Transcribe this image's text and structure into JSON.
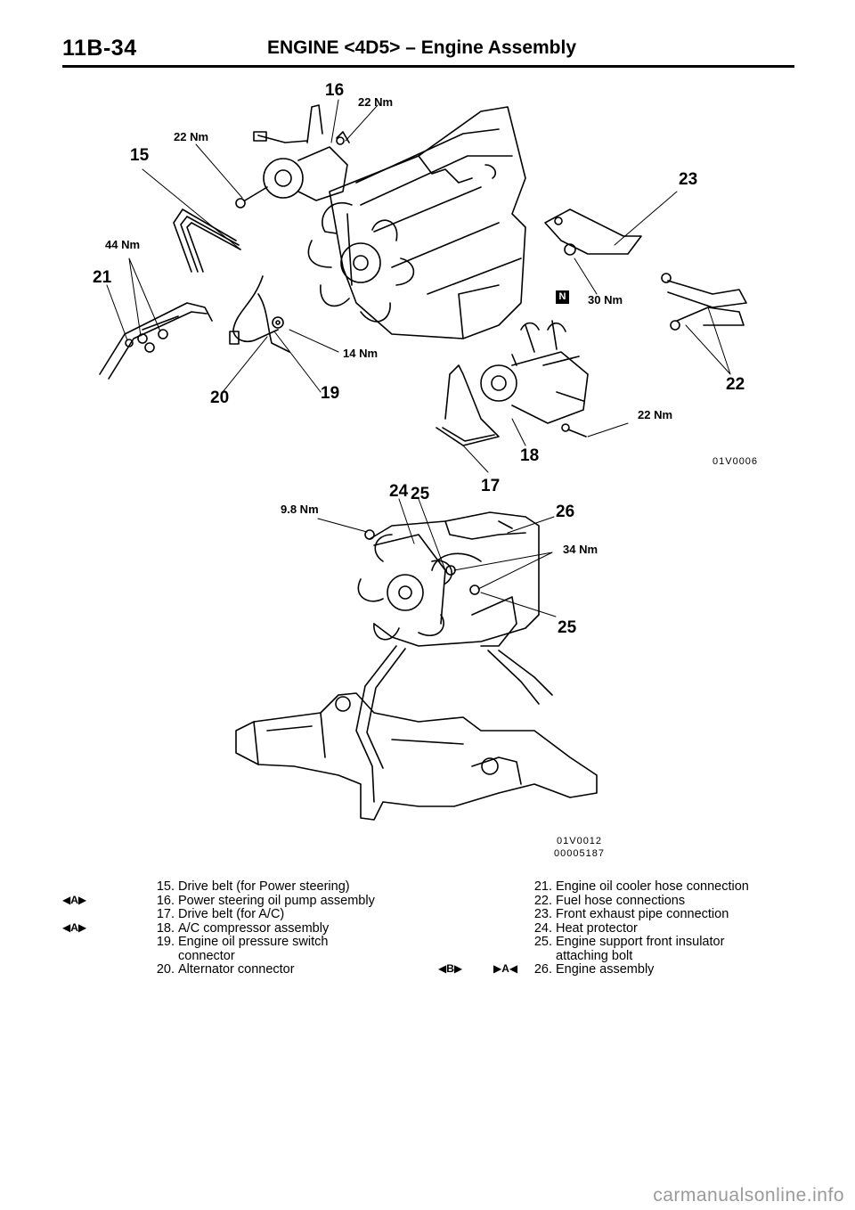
{
  "header": {
    "page_number": "11B-34",
    "title": "ENGINE <4D5> – Engine Assembly"
  },
  "figure_upper": {
    "code": "01V0006",
    "callouts": {
      "c15": "15",
      "c16": "16",
      "c17": "17",
      "c18": "18",
      "c19": "19",
      "c20": "20",
      "c21": "21",
      "c22": "22",
      "c23": "23"
    },
    "torques": {
      "t16": "22 Nm",
      "t15": "22 Nm",
      "t21": "44 Nm",
      "t19": "14 Nm",
      "t23": "30 Nm",
      "t22": "22 Nm"
    },
    "badge": "N"
  },
  "figure_lower": {
    "code1": "01V0012",
    "code2": "00005187",
    "callouts": {
      "c24": "24",
      "c25a": "25",
      "c26": "26",
      "c25b": "25"
    },
    "torques": {
      "t24": "9.8 Nm",
      "t26": "34 Nm"
    }
  },
  "legend": {
    "left": [
      {
        "num": "15.",
        "text": "Drive belt (for Power steering)"
      },
      {
        "num": "16.",
        "text": "Power steering oil pump assembly"
      },
      {
        "num": "17.",
        "text": "Drive belt (for A/C)"
      },
      {
        "num": "18.",
        "text": "A/C compressor assembly"
      },
      {
        "num": "19.",
        "text": "Engine oil pressure switch"
      },
      {
        "num": "",
        "text": "connector"
      },
      {
        "num": "20.",
        "text": "Alternator connector"
      }
    ],
    "right": [
      {
        "num": "21.",
        "text": "Engine oil cooler hose connection"
      },
      {
        "num": "22.",
        "text": "Fuel hose connections"
      },
      {
        "num": "23.",
        "text": "Front exhaust pipe connection"
      },
      {
        "num": "24.",
        "text": "Heat protector"
      },
      {
        "num": "25.",
        "text": "Engine support front insulator"
      },
      {
        "num": "",
        "text": "attaching bolt"
      },
      {
        "num": "26.",
        "text": "Engine assembly"
      }
    ],
    "marks": {
      "m16": "◀A▶",
      "m18": "◀A▶",
      "m26b": "◀B▶",
      "m26a": "▶A◀"
    }
  },
  "footer": {
    "watermark": "carmanualsonline.info"
  }
}
